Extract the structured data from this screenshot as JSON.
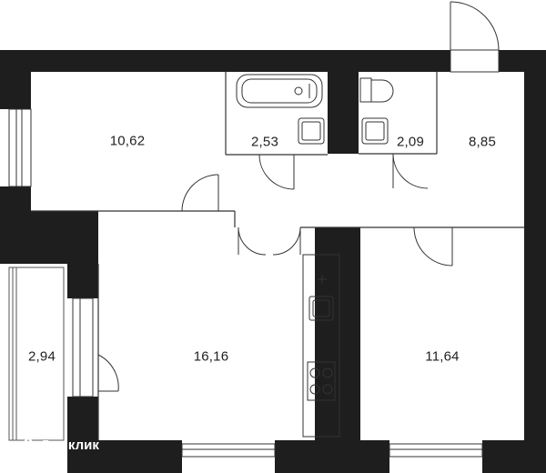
{
  "rooms": [
    {
      "area": "10,62"
    },
    {
      "area": "2,53"
    },
    {
      "area": "2,09"
    },
    {
      "area": "8,85"
    },
    {
      "area": "2,94"
    },
    {
      "area": "16,16"
    },
    {
      "area": "11,64"
    }
  ],
  "brand": {
    "name": "Домклик"
  },
  "colors": {
    "wall": "#1e1e1e",
    "line": "#333333",
    "brand": "#ffffff"
  }
}
